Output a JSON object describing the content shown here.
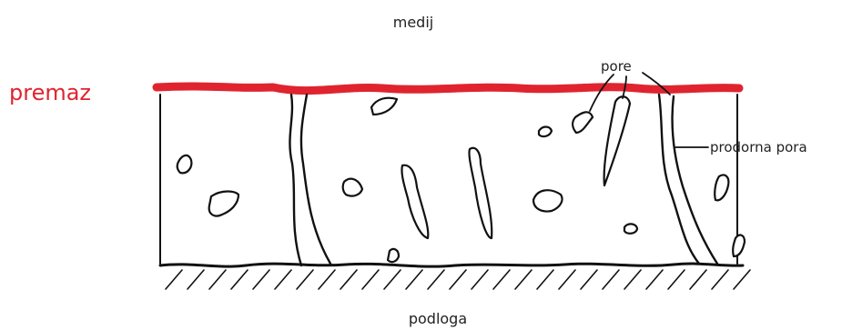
{
  "diagram": {
    "labels": {
      "medium": "medij",
      "coating": "premaz",
      "pores": "pore",
      "through_pore": "prodorna pora",
      "substrate": "podloga"
    },
    "colors": {
      "coating": "#e0242f",
      "ink": "#111111",
      "background": "#ffffff"
    }
  }
}
